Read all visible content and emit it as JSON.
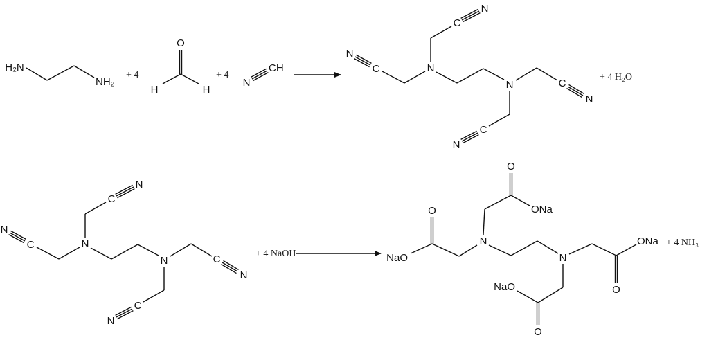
{
  "reaction1": {
    "ethylenediamine": {
      "left": "H₂N",
      "right": "NH₂"
    },
    "plus1": "+ 4",
    "formaldehyde": {
      "o": "O",
      "h1": "H",
      "h2": "H"
    },
    "plus2": "+ 4",
    "hcn": {
      "n": "N",
      "ch": "CH"
    },
    "product_atoms": {
      "n": "N",
      "c": "C"
    },
    "byproduct": "+ 4 H₂O"
  },
  "reaction2": {
    "reactant_atoms": {
      "n": "N",
      "c": "C"
    },
    "reagent": "+ 4 NaOH",
    "product_atoms": {
      "n": "N",
      "o": "O",
      "ona": "ONa",
      "nao": "NaO"
    },
    "byproduct": "+ 4 NH₃"
  }
}
